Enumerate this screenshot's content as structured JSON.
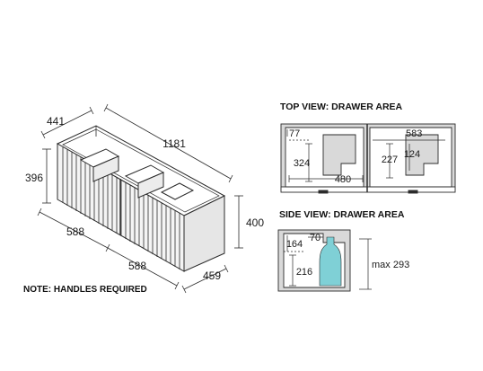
{
  "views": {
    "top_title": "TOP VIEW: DRAWER AREA",
    "side_title": "SIDE VIEW: DRAWER AREA"
  },
  "note": "NOTE: HANDLES REQUIRED",
  "iso": {
    "depth": "441",
    "width": "1181",
    "height_left": "396",
    "height_right": "400",
    "drawer_left": "588",
    "drawer_right": "588",
    "depth_bottom": "459"
  },
  "top": {
    "d77": "77",
    "d583": "583",
    "d324": "324",
    "d227": "227",
    "d124": "124",
    "d480": "480"
  },
  "side": {
    "d164": "164",
    "d70": "70",
    "d216": "216",
    "dmax": "max 293"
  },
  "colors": {
    "line": "#2b2b2b",
    "panel_fill": "#d9d9d9",
    "bottle_fill": "#7fd0d6",
    "slat_fill": "#f4f4f4"
  }
}
